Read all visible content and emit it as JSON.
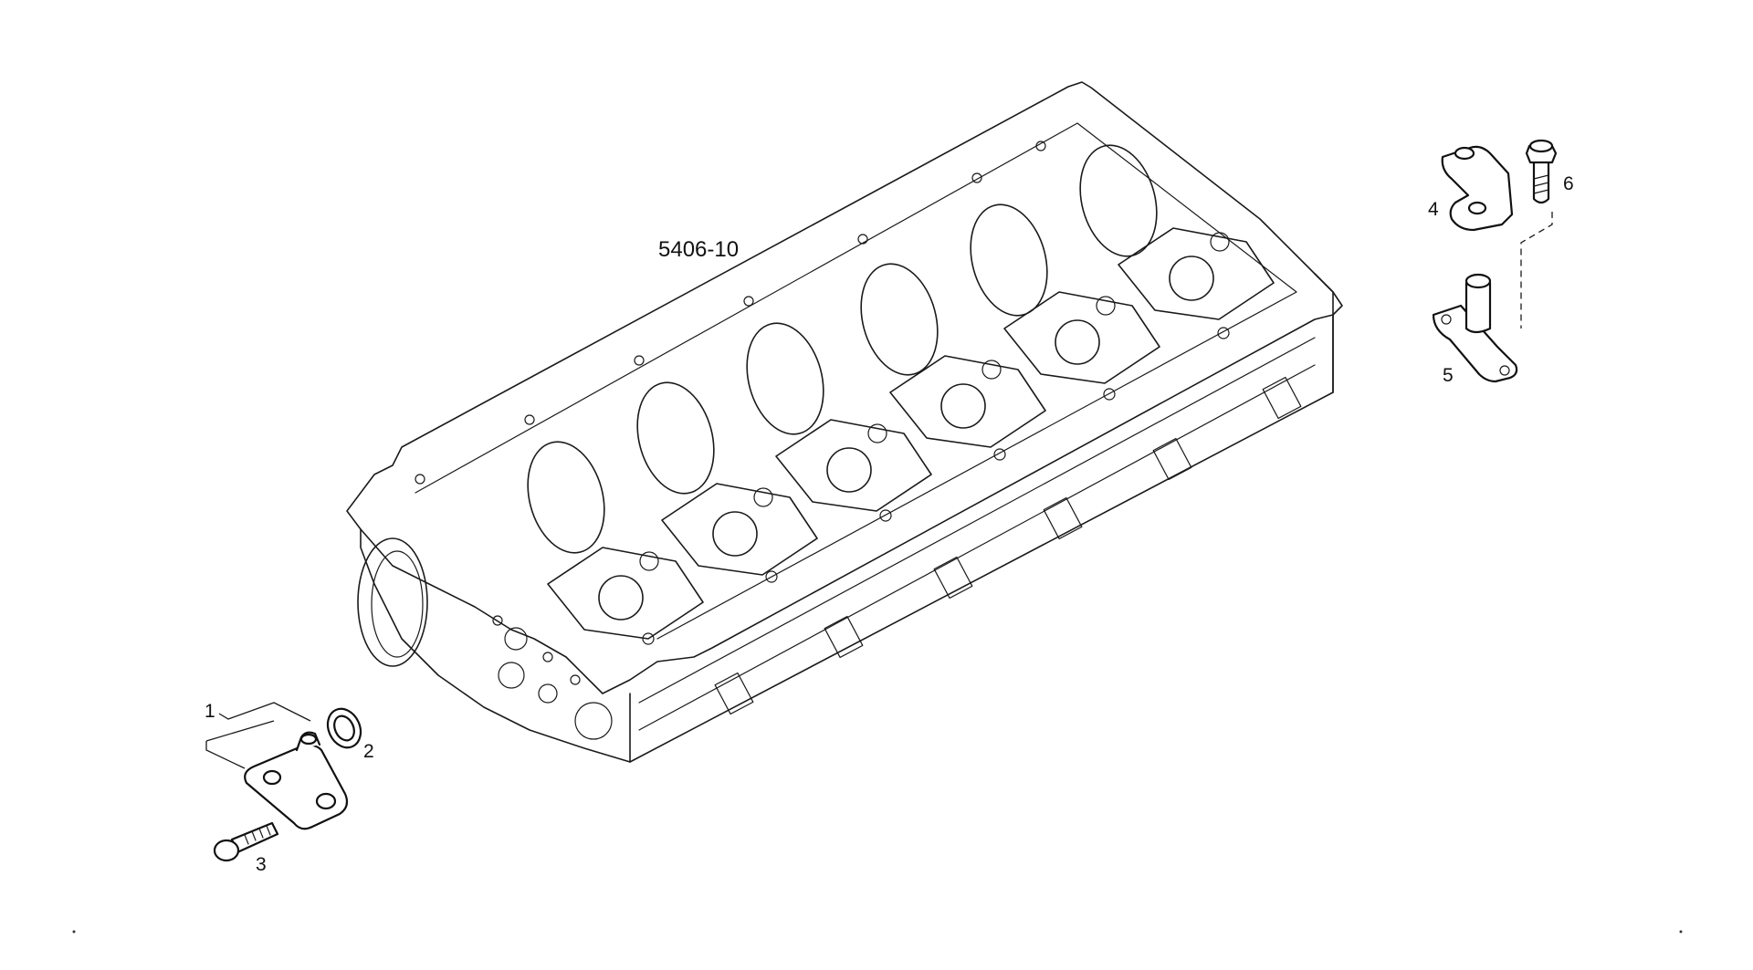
{
  "reference_label": "5406-10",
  "callouts": [
    {
      "id": "1",
      "text": "1"
    },
    {
      "id": "2",
      "text": "2"
    },
    {
      "id": "3",
      "text": "3"
    },
    {
      "id": "4",
      "text": "4"
    },
    {
      "id": "5",
      "text": "5"
    },
    {
      "id": "6",
      "text": "6"
    }
  ]
}
